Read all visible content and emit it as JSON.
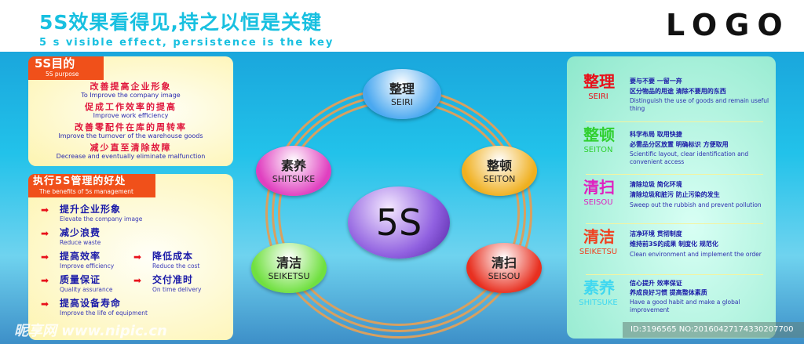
{
  "header": {
    "title": "5S效果看得见,持之以恒是关键",
    "subtitle": "5 s visible effect, persistence is the key",
    "logo": "LOGO"
  },
  "purpose": {
    "title": "5S目的",
    "subtitle": "5S purpose",
    "items": [
      {
        "cn": "改善提高企业形象",
        "en": "To Improve the company image"
      },
      {
        "cn": "促成工作效率的提高",
        "en": "Improve work efficiency"
      },
      {
        "cn": "改善零配件在库的周转率",
        "en": "Improve the turnover of the warehouse goods"
      },
      {
        "cn": "减少直至清除故障",
        "en": "Decrease and eventually eliminate malfunction"
      }
    ]
  },
  "benefits": {
    "title": "执行5S管理的好处",
    "subtitle": "The benefits of 5s management",
    "items": [
      {
        "cn": "提升企业形象",
        "en": "Elevate the company image"
      },
      {
        "cn": "减少浪费",
        "en": "Reduce waste"
      },
      {
        "cn": "提高效率",
        "en": "Improve efficiency"
      },
      {
        "cn": "降低成本",
        "en": "Reduce the cost"
      },
      {
        "cn": "质量保证",
        "en": "Quality assurance"
      },
      {
        "cn": "交付准时",
        "en": "On time delivery"
      },
      {
        "cn": "提高设备寿命",
        "en": "Improve the life of equipment"
      }
    ]
  },
  "diagram": {
    "center": "5S",
    "nodes": [
      {
        "cn": "整理",
        "en": "SEIRI",
        "color": "#4aa8f0"
      },
      {
        "cn": "素养",
        "en": "SHITSUKE",
        "color": "#e040c0"
      },
      {
        "cn": "整顿",
        "en": "SEITON",
        "color": "#f0b020"
      },
      {
        "cn": "清洁",
        "en": "SEIKETSU",
        "color": "#70e040"
      },
      {
        "cn": "清扫",
        "en": "SEISOU",
        "color": "#e83020"
      }
    ]
  },
  "details": [
    {
      "cn": "整理",
      "roman": "SEIRI",
      "color": "#e8101a",
      "l1": "要与不要  一留一弃",
      "l2": "区分物品的用途 清除不要用的东西",
      "en": "Distinguish the use of goods and remain useful thing"
    },
    {
      "cn": "整顿",
      "roman": "SEITON",
      "color": "#30d030",
      "l1": "科学布局  取用快捷",
      "l2": "必需品分区放置 明确标识 方便取用",
      "en": "Scientific layout, clear identification and convenient access"
    },
    {
      "cn": "清扫",
      "roman": "SEISOU",
      "color": "#e020c0",
      "l1": "清除垃圾  简化环境",
      "l2": "清除垃圾和脏污 防止污染的发生",
      "en": "Sweep out the rubbish and prevent pollution"
    },
    {
      "cn": "清洁",
      "roman": "SEIKETSU",
      "color": "#f04020",
      "l1": "洁净环境  贯彻制度",
      "l2": "维持前3S的成果 制度化 规范化",
      "en": "Clean environment and implement the order"
    },
    {
      "cn": "素养",
      "roman": "SHITSUKE",
      "color": "#40d8f0",
      "l1": "信心提升  效率保证",
      "l2": "养成良好习惯  提高整体素质",
      "en": "Have a good habit and make a global improvement"
    }
  ],
  "watermark": {
    "text": "昵享网 www.nipic.cn",
    "id": "ID:3196565 NO:20160427174330207700"
  }
}
